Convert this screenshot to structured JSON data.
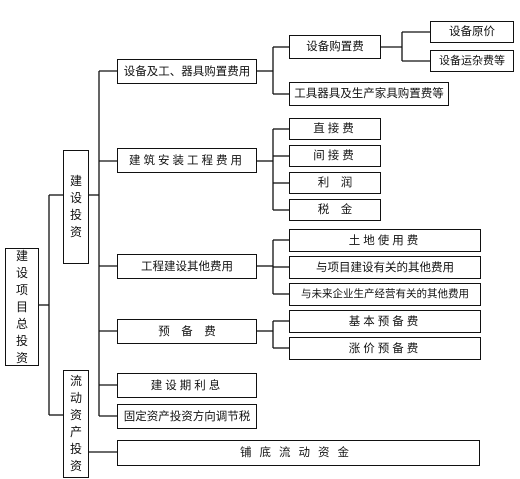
{
  "diagram": {
    "root": "建设项目总投资",
    "construction_investment": "建设投资",
    "working_capital_investment": "流动资产投资",
    "equipment_purchase": "设备及工、器具购置费用",
    "equipment_purchase_cost": "设备购置费",
    "equipment_original_price": "设备原价",
    "equipment_freight": "设备运杂费等",
    "tools_purchase": "工具器具及生产家具购置费等",
    "installation": "建筑安装工程费用",
    "direct_cost": "直接费",
    "indirect_cost": "间接费",
    "profit": "利　润",
    "tax": "税　金",
    "other_costs": "工程建设其他费用",
    "land_use": "土地使用费",
    "project_related": "与项目建设有关的其他费用",
    "future_operations": "与未来企业生产经营有关的其他费用",
    "reserve": "预　备　费",
    "basic_reserve": "基本预备费",
    "price_reserve": "涨价预备费",
    "interest": "建设期利息",
    "adjustment_tax": "固定资产投资方向调节税",
    "base_working_capital": "铺底流动资金"
  }
}
